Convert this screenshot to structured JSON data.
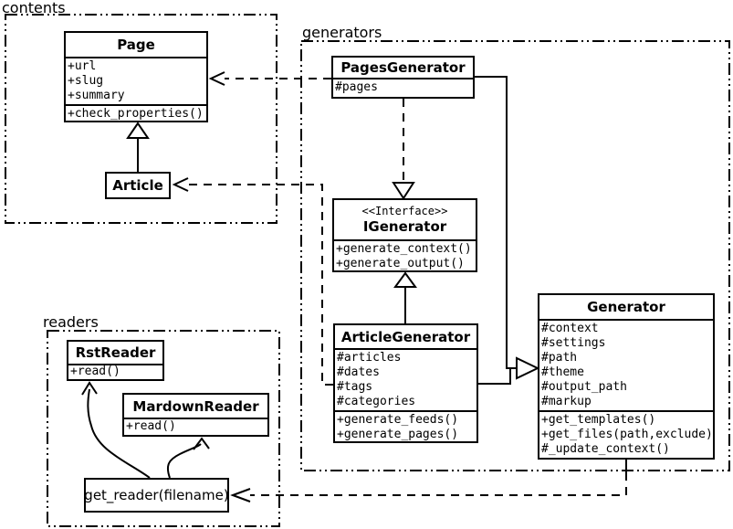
{
  "packages": {
    "contents": {
      "label": "contents"
    },
    "generators": {
      "label": "generators"
    },
    "readers": {
      "label": "readers"
    }
  },
  "classes": {
    "page": {
      "title": "Page",
      "attributes": [
        "+url",
        "+slug",
        "+summary"
      ],
      "methods": [
        "+check_properties()"
      ]
    },
    "article": {
      "title": "Article"
    },
    "pages_generator": {
      "title": "PagesGenerator",
      "attributes": [
        "#pages"
      ]
    },
    "igenerator": {
      "stereotype": "<<Interface>>",
      "title": "IGenerator",
      "methods": [
        "+generate_context()",
        "+generate_output()"
      ]
    },
    "article_generator": {
      "title": "ArticleGenerator",
      "attributes": [
        "#articles",
        "#dates",
        "#tags",
        "#categories"
      ],
      "methods": [
        "+generate_feeds()",
        "+generate_pages()"
      ]
    },
    "generator": {
      "title": "Generator",
      "attributes": [
        "#context",
        "#settings",
        "#path",
        "#theme",
        "#output_path",
        "#markup"
      ],
      "methods": [
        "+get_templates()",
        "+get_files(path,exclude)",
        "#_update_context()"
      ]
    },
    "rst_reader": {
      "title": "RstReader",
      "methods": [
        "+read()"
      ]
    },
    "mardown_reader": {
      "title": "MardownReader",
      "methods": [
        "+read()"
      ]
    },
    "get_reader": {
      "title": "get_reader(filename)"
    }
  },
  "relationships": [
    {
      "from": "Article",
      "to": "Page",
      "type": "generalization"
    },
    {
      "from": "PagesGenerator",
      "to": "Page",
      "type": "dependency"
    },
    {
      "from": "ArticleGenerator",
      "to": "Article",
      "type": "dependency"
    },
    {
      "from": "PagesGenerator",
      "to": "IGenerator",
      "type": "realization"
    },
    {
      "from": "ArticleGenerator",
      "to": "IGenerator",
      "type": "generalization"
    },
    {
      "from": "PagesGenerator",
      "to": "Generator",
      "type": "generalization"
    },
    {
      "from": "ArticleGenerator",
      "to": "Generator",
      "type": "generalization"
    },
    {
      "from": "Generator",
      "to": "get_reader(filename)",
      "type": "dependency"
    },
    {
      "from": "get_reader(filename)",
      "to": "RstReader",
      "type": "arrow"
    },
    {
      "from": "get_reader(filename)",
      "to": "MardownReader",
      "type": "arrow"
    }
  ],
  "colors": {
    "stroke": "#000000",
    "background": "#ffffff",
    "box_fill": "#ffffff"
  }
}
